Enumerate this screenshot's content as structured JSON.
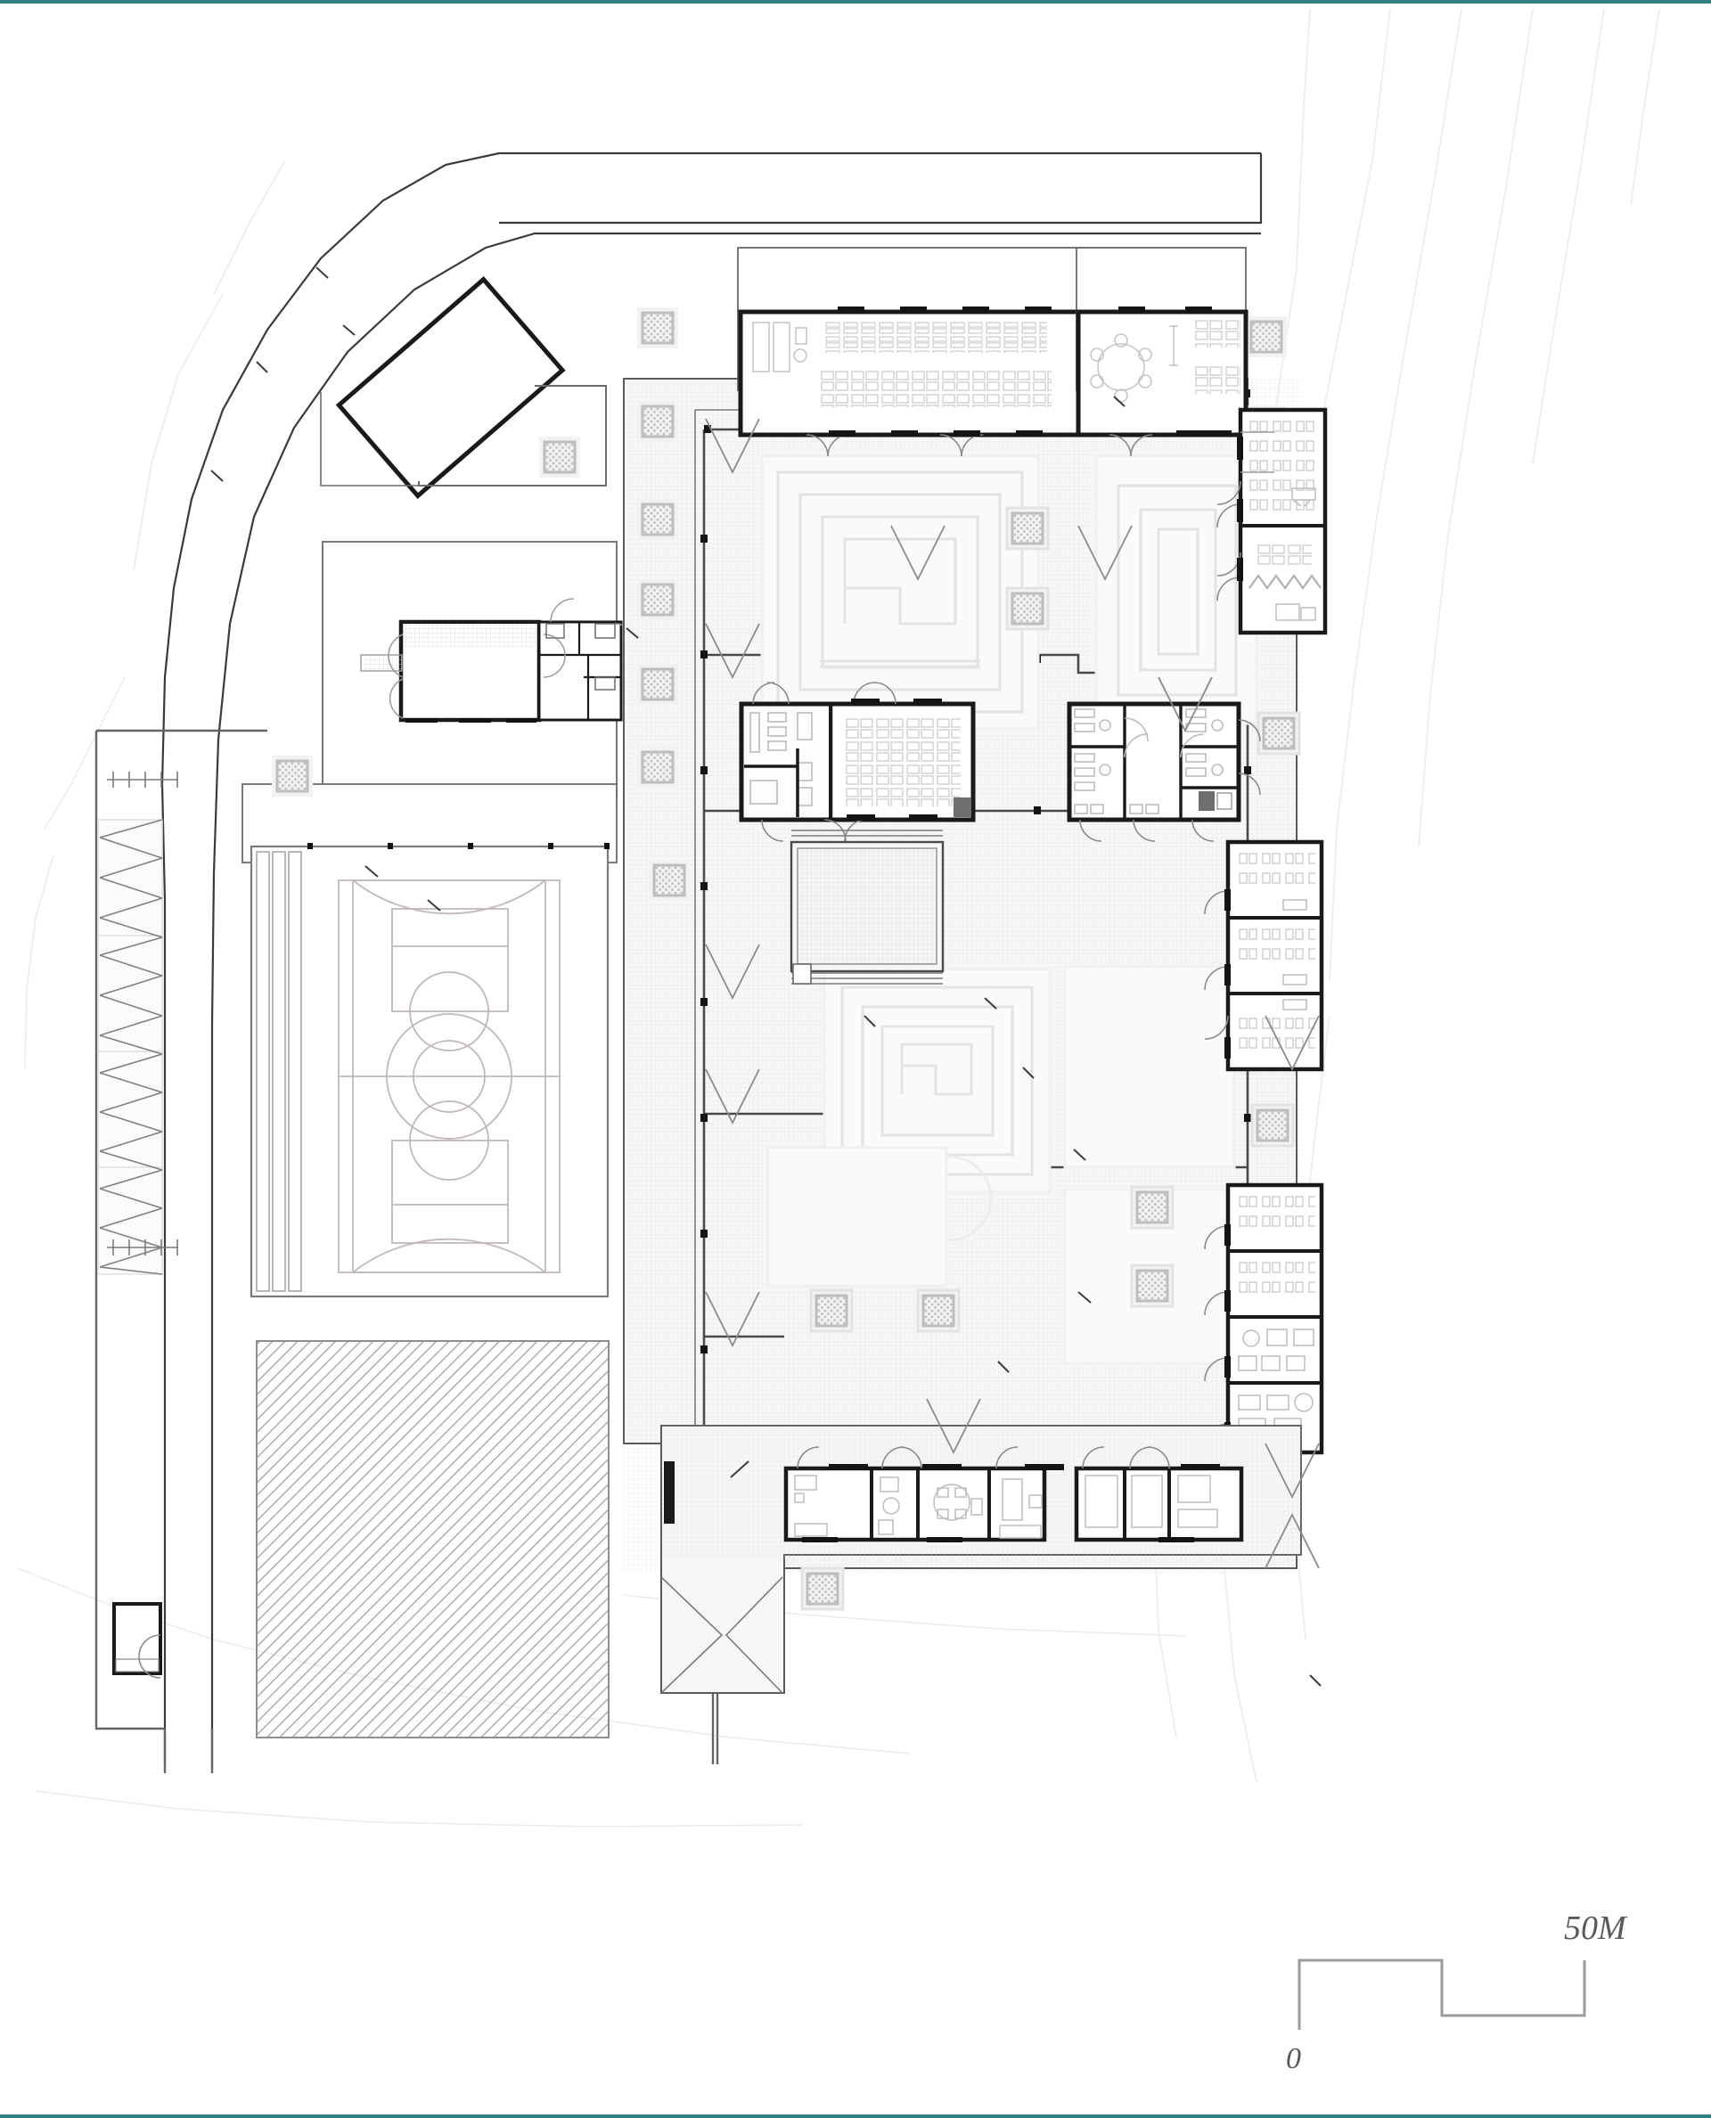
{
  "drawing": {
    "type": "architectural-site-plan",
    "title": "School Campus Ground Floor / Site Plan",
    "orientation": "plan",
    "background_color": "#ffffff",
    "border_color": "#2e7f7f",
    "line_color_heavy": "#1a1a1a",
    "line_color_medium": "#555555",
    "line_color_light": "#c9c9c9",
    "line_color_faint": "#e8e8e8",
    "fill_tint": "#f4f4f4"
  },
  "scale_bar": {
    "name": "graphic-scale-bar",
    "zero_label": "0",
    "max_label": "50M",
    "units": "M",
    "max_value": 50,
    "min_value": 0,
    "style": "stepped-double-bar"
  },
  "site": {
    "contours": {
      "label": "topographic-contour-lines",
      "count": 9,
      "color": "#ededed"
    },
    "access_road": {
      "label": "curved-access-road",
      "lanes": 2,
      "color": "#3a3a3a"
    },
    "boundary": {
      "label": "site-boundary-wall",
      "color": "#6a6a6a"
    }
  },
  "elements": [
    {
      "name": "entry-pavilion-rotated",
      "kind": "building",
      "note": "rotated 45 degree block, top-left"
    },
    {
      "name": "existing-hall-building",
      "kind": "building",
      "note": "mid-left existing structure with service wing"
    },
    {
      "name": "basketball-court",
      "kind": "sports",
      "note": "full court with centre circle, keys, three-point arcs"
    },
    {
      "name": "sports-field-hatched",
      "kind": "landscape",
      "note": "diagonal hatched rectangle, lower-left"
    },
    {
      "name": "north-classroom-block",
      "kind": "building",
      "note": "library / reading room with long tables"
    },
    {
      "name": "north-east-meeting-room",
      "kind": "building",
      "note": "round table meeting room plus stacked seating"
    },
    {
      "name": "central-courtyard-north",
      "kind": "courtyard",
      "note": "labyrinth / spiral paving pattern"
    },
    {
      "name": "central-courtyard-south",
      "kind": "courtyard",
      "note": "second labyrinth paving pattern plus circular tree ring"
    },
    {
      "name": "classroom-wing-east-upper",
      "kind": "building",
      "note": "three stacked classrooms with desk grids"
    },
    {
      "name": "classroom-wing-east-lower",
      "kind": "building",
      "note": "four stacked classrooms / workshops"
    },
    {
      "name": "toilet-block-north",
      "kind": "service",
      "note": "WC cubicles with basins"
    },
    {
      "name": "toilet-block-south",
      "kind": "service",
      "note": "WC cubicles with basins"
    },
    {
      "name": "canteen-kitchen-block",
      "kind": "building",
      "note": "dining hall with desk grid plus kitchen"
    },
    {
      "name": "staff-housing-row",
      "kind": "building",
      "note": "bottom wing of residential units with furniture"
    },
    {
      "name": "gatehouse",
      "kind": "building",
      "note": "small guard house at lower-left boundary"
    },
    {
      "name": "colonnade-walkway",
      "kind": "circulation",
      "note": "perimeter covered walkway with column grid"
    },
    {
      "name": "switchback-ramp-west",
      "kind": "circulation",
      "note": "zig-zag terraced seating / ramp on west edge"
    },
    {
      "name": "tree-symbols",
      "kind": "landscape",
      "note": "stippled square tree/planter symbols"
    }
  ]
}
